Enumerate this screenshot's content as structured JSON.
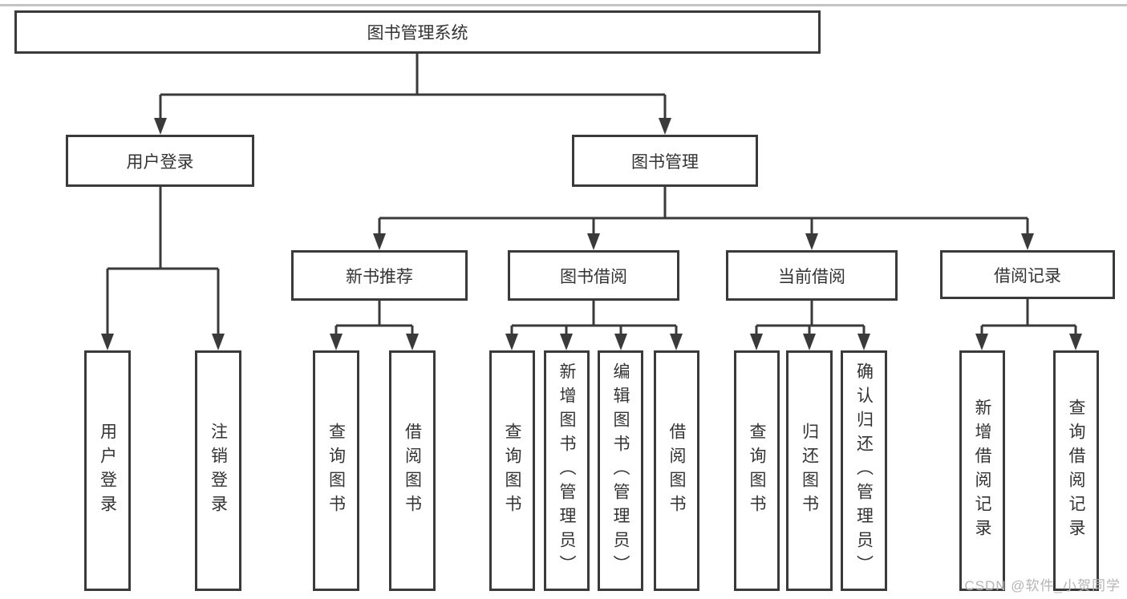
{
  "diagram": {
    "root": {
      "label": "图书管理系统"
    },
    "level2": [
      {
        "label": "用户登录"
      },
      {
        "label": "图书管理"
      }
    ],
    "level3": [
      {
        "label": "新书推荐"
      },
      {
        "label": "图书借阅"
      },
      {
        "label": "当前借阅"
      },
      {
        "label": "借阅记录"
      }
    ],
    "leaves": {
      "user_login": [
        "用户登录",
        "注销登录"
      ],
      "new_books": [
        "查询图书",
        "借阅图书"
      ],
      "book_borrow": [
        "查询图书",
        "新增图书（管理员）",
        "编辑图书（管理员）",
        "借阅图书"
      ],
      "current_borrow": [
        "查询图书",
        "归还图书",
        "确认归还（管理员）"
      ],
      "borrow_records": [
        "新增借阅记录",
        "查询借阅记录"
      ]
    }
  },
  "watermark": {
    "text": "CSDN @软件_小贺同学"
  },
  "colors": {
    "line": "#3a3a3a",
    "text": "#333333",
    "watermark": "#b5b5b5",
    "background": "#ffffff",
    "top_rule": "#b0b0b0"
  }
}
